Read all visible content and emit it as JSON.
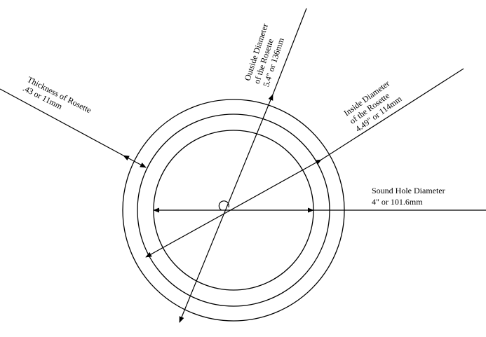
{
  "diagram": {
    "labels": {
      "thickness": {
        "line1": "Thickness of Rosette",
        "line2": ".43 or 11mm"
      },
      "outside": {
        "line1": "Outside Diameter",
        "line2": "of the Rosette",
        "line3": "5.4\" or 136mm"
      },
      "inside": {
        "line1": "Inside Diameter",
        "line2": "of the Rosette",
        "line3": "4.49\" or 114mm"
      },
      "sound_hole": {
        "line1": "Sound Hole Diameter",
        "line2": "4\" or 101.6mm"
      }
    },
    "colors": {
      "stroke": "#000000",
      "background": "#ffffff"
    }
  }
}
